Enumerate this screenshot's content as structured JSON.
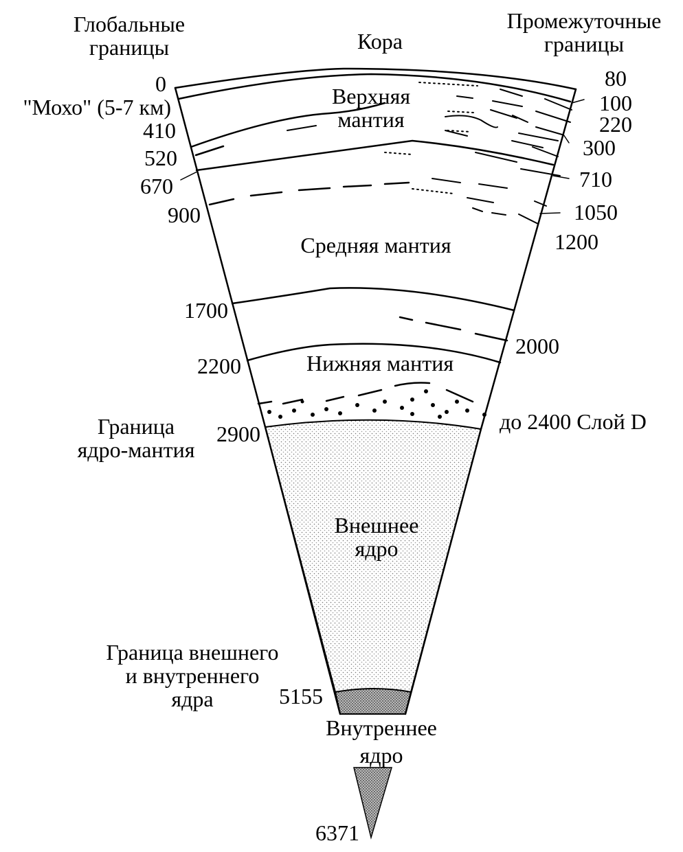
{
  "headers": {
    "global_boundaries": [
      "Глобальные",
      "границы"
    ],
    "crust": "Кора",
    "intermediate_boundaries": [
      "Промежуточные",
      "границы"
    ]
  },
  "left_labels": {
    "d0": "0",
    "moho": "\"Мохо\" (5-7 км)",
    "d410": "410",
    "d520": "520",
    "d670": "670",
    "d900": "900",
    "d1700": "1700",
    "d2200": "2200",
    "d2900": "2900",
    "core_mantle_boundary": [
      "Граница",
      "ядро-мантия"
    ],
    "inner_outer_boundary": [
      "Граница внешнего",
      "и внутреннего",
      "ядра"
    ],
    "d5155": "5155",
    "d6371": "6371"
  },
  "right_labels": {
    "d80": "80",
    "d100": "100",
    "d220": "220",
    "d300": "300",
    "d710": "710",
    "d1050": "1050",
    "d1200": "1200",
    "d2000": "2000",
    "layer_d": "до 2400 Слой D"
  },
  "layers": {
    "upper_mantle": [
      "Верхняя",
      "мантия"
    ],
    "middle_mantle": "Средняя мантия",
    "lower_mantle": "Нижняя мантия",
    "outer_core": [
      "Внешнее",
      "ядро"
    ],
    "inner_core": [
      "Внутреннее",
      "ядро"
    ]
  }
}
